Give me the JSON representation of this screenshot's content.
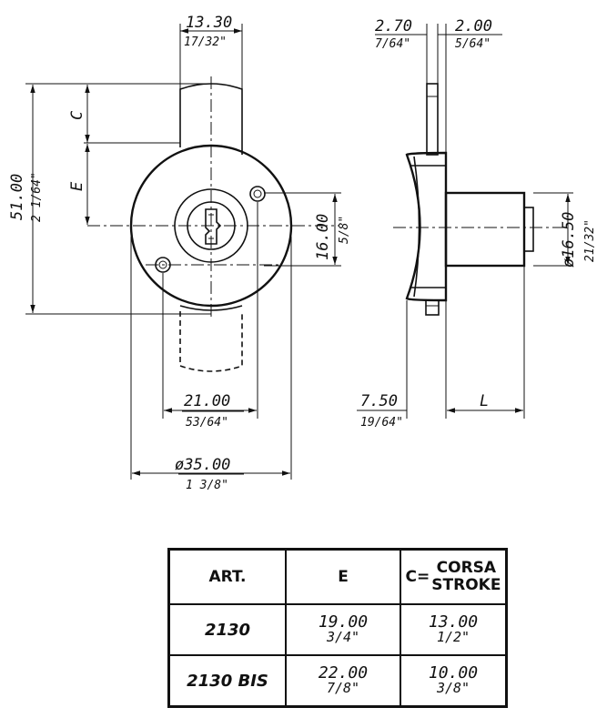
{
  "front_view": {
    "top_width": {
      "mm": "13.30",
      "inch": "17/32\""
    },
    "height": {
      "mm": "51.00",
      "inch": "2 1/64\""
    },
    "label_c": "C",
    "label_e": "E",
    "cylinder": {
      "mm": "16.00",
      "inch": "5/8\""
    },
    "holes_spacing": {
      "mm": "21.00",
      "inch": "53/64\""
    },
    "flange_diameter": {
      "mm": "ø35.00",
      "inch": "1 3/8\""
    }
  },
  "side_view": {
    "bolt_thickness": {
      "mm": "2.70",
      "inch": "7/64\""
    },
    "plate_thickness": {
      "mm": "2.00",
      "inch": "5/64\""
    },
    "body_diameter": {
      "mm": "ø16.50",
      "inch": "21/32\""
    },
    "flange_depth": {
      "mm": "7.50",
      "inch": "19/64\""
    },
    "label_l": "L"
  },
  "table": {
    "headers": {
      "art": "ART.",
      "e": "E",
      "c_prefix": "C=",
      "c_line1": "CORSA",
      "c_line2": "STROKE"
    },
    "rows": [
      {
        "art": "2130",
        "e_mm": "19.00",
        "e_inch": "3/4\"",
        "c_mm": "13.00",
        "c_inch": "1/2\""
      },
      {
        "art": "2130 BIS",
        "e_mm": "22.00",
        "e_inch": "7/8\"",
        "c_mm": "10.00",
        "c_inch": "3/8\""
      }
    ]
  }
}
